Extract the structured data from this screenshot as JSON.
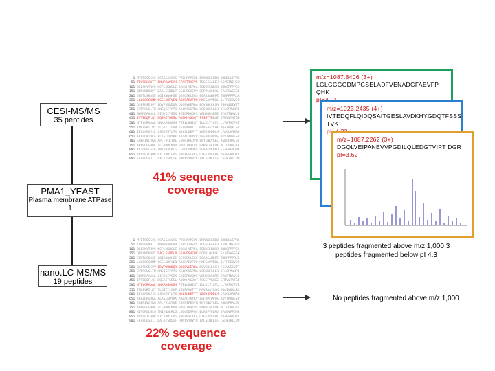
{
  "top_method": {
    "title": "CESI-MS/MS",
    "subtitle": "35 peptides"
  },
  "protein": {
    "title": "PMA1_YEAST",
    "subtitle": "Plasma membrane ATPase 1"
  },
  "bottom_method": {
    "title": "nano.LC-MS/MS",
    "subtitle": "19 peptides"
  },
  "top_coverage": "41% sequence coverage",
  "bottom_coverage": "22% sequence coverage",
  "peptides": [
    {
      "mz": "m/z=1087.8406 (3+)",
      "sequence": "LGLGGGGDMPGSELADFVENADGFAEVFP QHK",
      "pi": "pI=4.01",
      "color": "#1aa05a"
    },
    {
      "mz": "m/z=1023.2435 (4+)",
      "sequence": "IVTEDQFLQIDQSAITGESLAVDKHYGDQTFSSS TVK",
      "pi": "pI=4.33",
      "color": "#2a7fd0"
    },
    {
      "mz": "m/z=1087.2262 (3+)",
      "sequence": "DGQLVEIPANEVVPGDILQLEDGTVIPT DGR",
      "pi": "pI=3.62",
      "color": "#e0a030"
    }
  ],
  "top_note": "3 peptides fragmented above m/z 1,000 3 peptides fragmented below pI 4.3",
  "bottom_note": "No peptides fragmented above m/z 1,000"
}
